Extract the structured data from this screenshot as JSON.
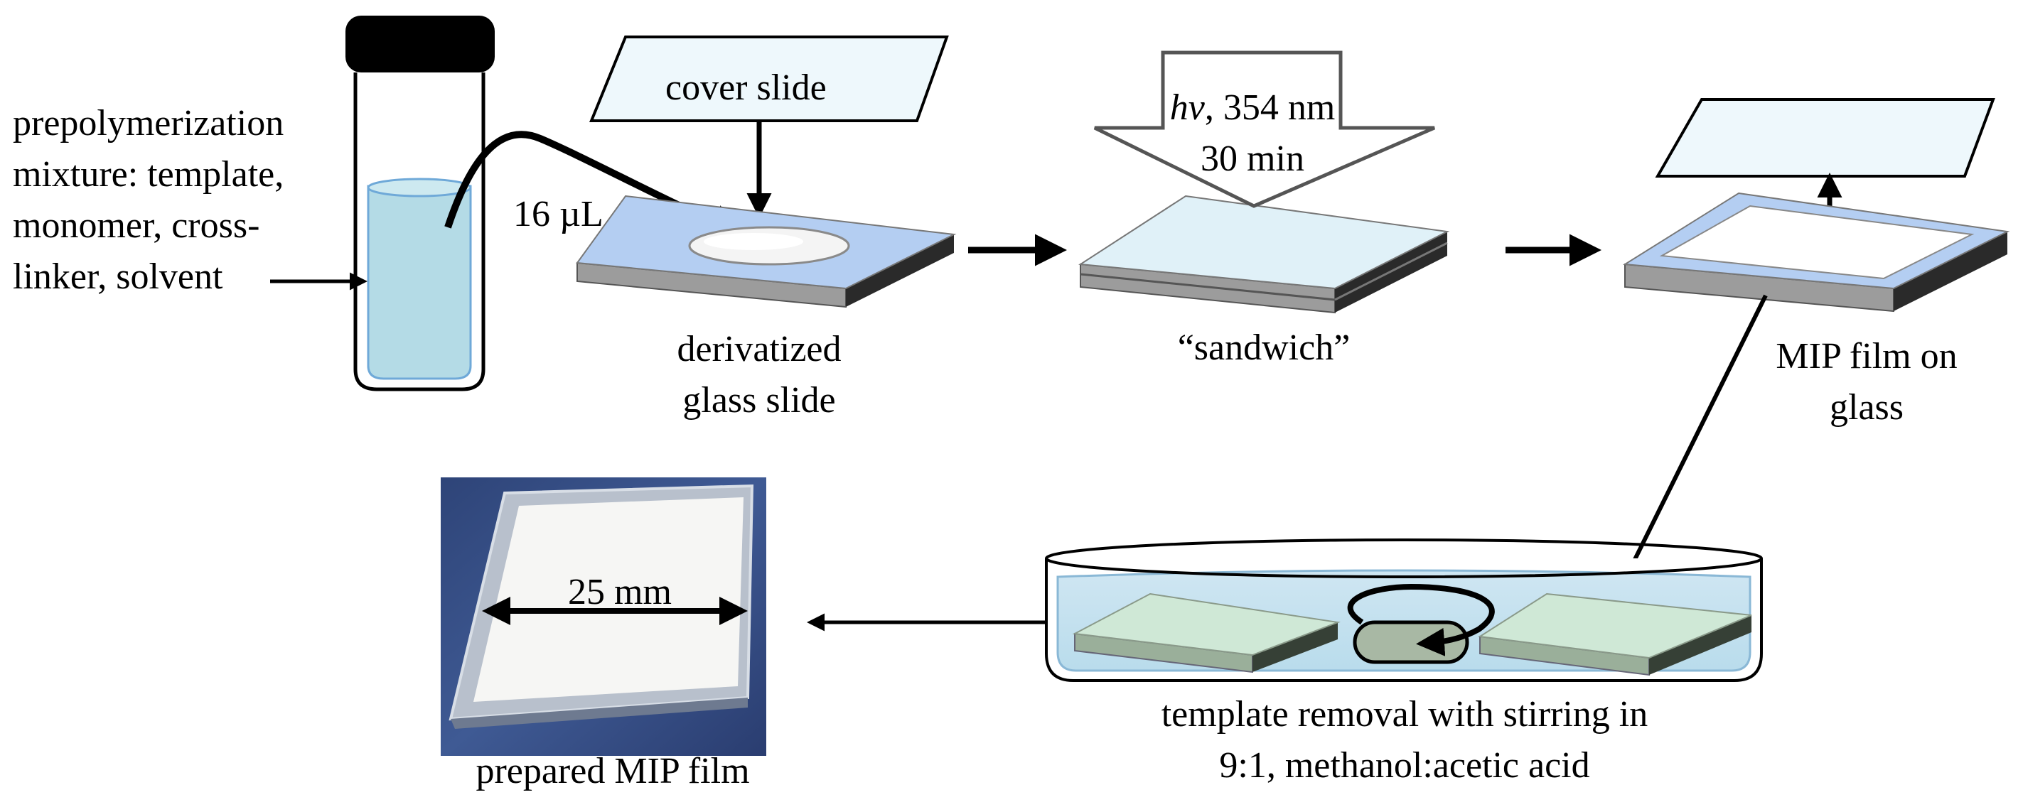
{
  "labels": {
    "prepolymerization_lines": [
      "prepolymerization",
      "mixture: template,",
      "monomer, cross-",
      "linker, solvent"
    ],
    "volume": "16 µL",
    "cover_slide": "cover slide",
    "light_italic": "hv",
    "light_wavelength": ", 354 nm",
    "light_time": "30 min",
    "derivatized_lines": [
      "derivatized",
      "glass slide"
    ],
    "sandwich": "“sandwich”",
    "mip_film_lines": [
      "MIP film on",
      "glass"
    ],
    "removal_lines": [
      "template removal with stirring in",
      "9:1, methanol:acetic acid"
    ],
    "dimension": "25 mm",
    "prepared": "prepared MIP film"
  }
}
